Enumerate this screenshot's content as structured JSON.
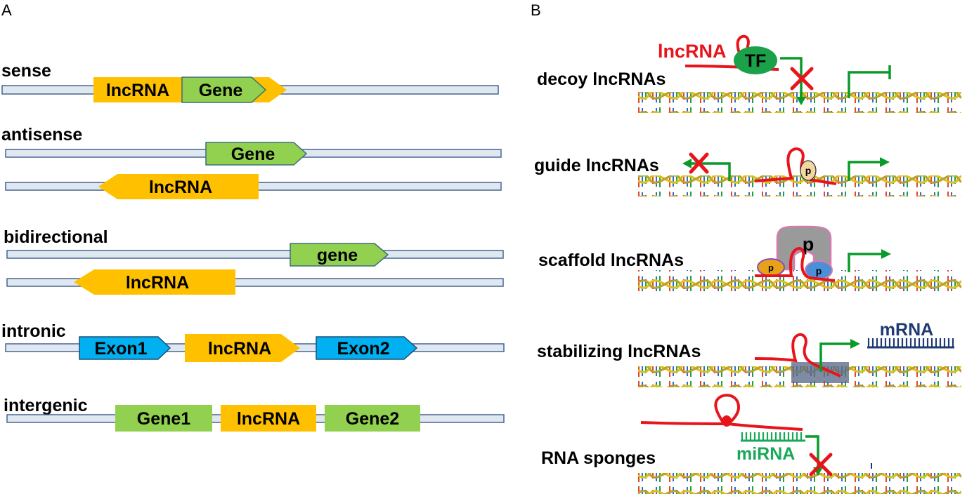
{
  "panels": {
    "a": "A",
    "b": "B"
  },
  "colors": {
    "lncrna": "#ffc000",
    "gene": "#92d050",
    "exon": "#00b0f0",
    "rna_red": "#e8141b",
    "tf_green": "#1aa14a",
    "arrow_green": "#0a9a2a",
    "mrna_blue": "#1f3a73",
    "mirna_green": "#19a85a",
    "protein_grey": "#9a9a9a",
    "protein_yellow": "#f2d8a0"
  },
  "panel_a": {
    "rows": [
      {
        "label": "sense",
        "features": [
          "lncRNA",
          "Gene"
        ]
      },
      {
        "label": "antisense",
        "features": [
          "Gene",
          "lncRNA"
        ]
      },
      {
        "label": "bidirectional",
        "features": [
          "gene",
          "lncRNA"
        ]
      },
      {
        "label": "intronic",
        "features": [
          "Exon1",
          "lncRNA",
          "Exon2"
        ]
      },
      {
        "label": "intergenic",
        "features": [
          "Gene1",
          "lncRNA",
          "Gene2"
        ]
      }
    ]
  },
  "panel_b": {
    "functions": [
      {
        "label": "decoy lncRNAs",
        "tags": [
          "lncRNA",
          "TF"
        ]
      },
      {
        "label": "guide lncRNAs",
        "tags": [
          "p"
        ]
      },
      {
        "label": "scaffold lncRNAs",
        "tags": [
          "p",
          "p",
          "p"
        ]
      },
      {
        "label": "stabilizing lncRNAs",
        "tags": [
          "mRNA"
        ]
      },
      {
        "label": "RNA sponges",
        "tags": [
          "miRNA"
        ]
      }
    ]
  }
}
